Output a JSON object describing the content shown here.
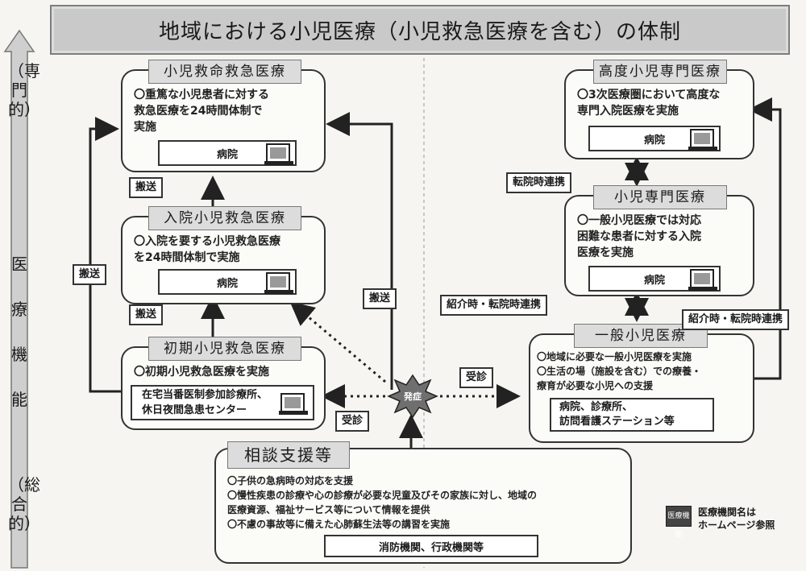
{
  "title": "地域における小児医療（小児救急医療を含む）の体制",
  "axis": {
    "top": "（専門的）",
    "middle": "医療機能",
    "bottom": "（総合的）"
  },
  "boxes": {
    "lifesaving": {
      "title": "小児救命救急医療",
      "text": "〇重篤な小児患者に対する\n救急医療を24時間体制で\n実施",
      "facility": "病院"
    },
    "inpatient": {
      "title": "入院小児救急医療",
      "text": "〇入院を要する小児救急医療\nを24時間体制で実施",
      "facility": "病院"
    },
    "initial": {
      "title": "初期小児救急医療",
      "text": "〇初期小児救急医療を実施",
      "facility": "在宅当番医制参加診療所、\n休日夜間急患センター"
    },
    "advanced": {
      "title": "高度小児専門医療",
      "text": "〇3次医療圏において高度な\n専門入院医療を実施",
      "facility": "病院"
    },
    "specialist": {
      "title": "小児専門医療",
      "text": "〇一般小児医療では対応\n困難な患者に対する入院\n医療を実施",
      "facility": "病院"
    },
    "general": {
      "title": "一般小児医療",
      "text": "〇地域に必要な一般小児医療を実施\n〇生活の場（施設を含む）での療養・\n療育が必要な小児への支援",
      "facility": "病院、診療所、\n訪問看護ステーション等"
    },
    "consult": {
      "title": "相談支援等",
      "text": "〇子供の急病時の対応を支援\n〇慢性疾患の診療や心の診療が必要な児童及びその家族に対し、地域の\n医療資源、福祉サービス等について情報を提供\n〇不慮の事故等に備えた心肺蘇生法等の講習を実施",
      "facility": "消防機関、行政機関等"
    }
  },
  "tags": {
    "transport1": "搬送",
    "transport2": "搬送",
    "transport3": "搬送",
    "transport4": "搬送",
    "consult_left": "受診",
    "consult_right": "受診",
    "transfer": "転院時連携",
    "referral_left": "紹介時・転院時連携",
    "referral_right": "紹介時・転院時連携"
  },
  "onset": "発症",
  "note": {
    "icon": "医療機関",
    "text": "医療機関名は\nホームページ参照"
  }
}
